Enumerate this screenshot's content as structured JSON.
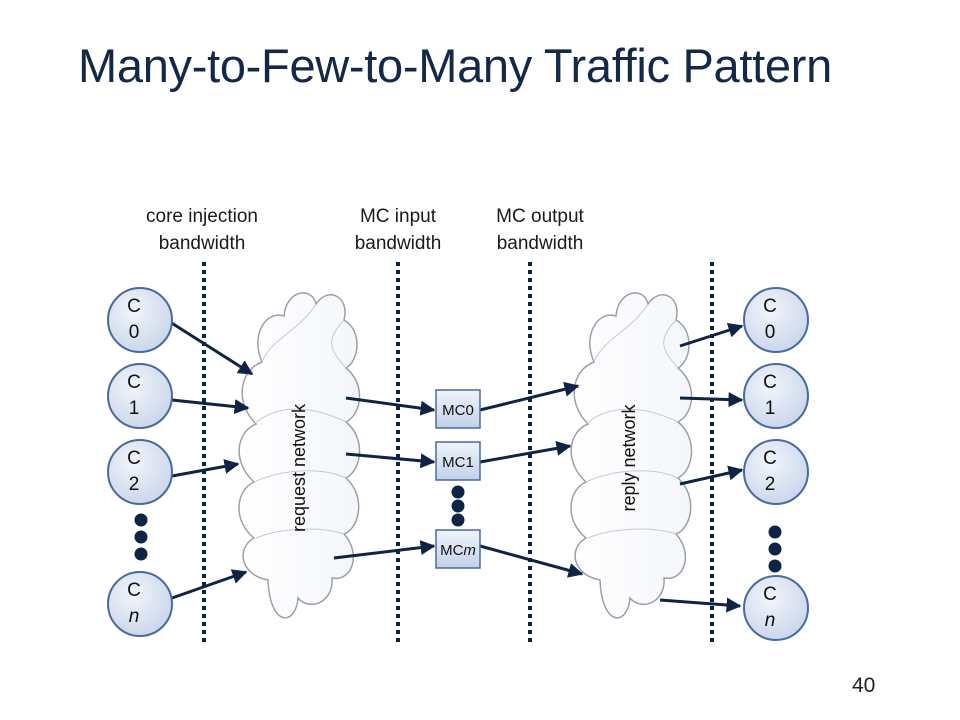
{
  "slide": {
    "title": "Many-to-Few-to-Many Traffic Pattern",
    "page_number": "40"
  },
  "labels": {
    "core_injection": [
      "core injection",
      "bandwidth"
    ],
    "mc_input": [
      "MC input",
      "bandwidth"
    ],
    "mc_output": [
      "MC output",
      "bandwidth"
    ]
  },
  "networks": {
    "request": "request network",
    "reply": "reply network"
  },
  "left_cores": [
    {
      "top": "C",
      "bottom": "0"
    },
    {
      "top": "C",
      "bottom": "1"
    },
    {
      "top": "C",
      "bottom": "2"
    },
    {
      "top": "C",
      "bottom": "n"
    }
  ],
  "right_cores": [
    {
      "top": "C",
      "bottom": "0"
    },
    {
      "top": "C",
      "bottom": "1"
    },
    {
      "top": "C",
      "bottom": "2"
    },
    {
      "top": "C",
      "bottom": "n"
    }
  ],
  "memory_controllers": [
    {
      "prefix": "MC0",
      "suffix": ""
    },
    {
      "prefix": "MC1",
      "suffix": ""
    },
    {
      "prefix": "MC",
      "suffix": "m"
    }
  ],
  "colors": {
    "arrow": "#0f2444",
    "node_fill": "#dde5f3",
    "node_stroke": "#4a6a9e",
    "dotted_line": "#0f2444",
    "title": "#14284a"
  }
}
